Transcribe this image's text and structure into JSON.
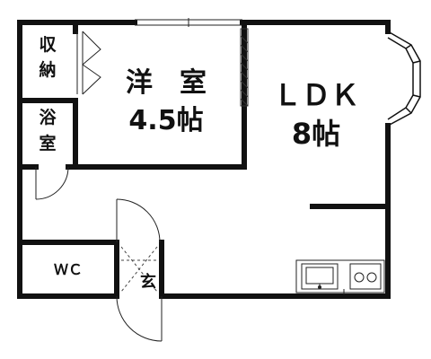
{
  "floorplan": {
    "rooms": {
      "storage": {
        "line1": "収",
        "line2": "納"
      },
      "bath": {
        "line1": "浴",
        "line2": "室"
      },
      "western_room": {
        "line1": "洋　室",
        "line2": "4.5帖"
      },
      "ldk": {
        "line1": "ＬＤＫ",
        "line2": "8帖"
      },
      "wc": {
        "label": "ＷＣ"
      },
      "entrance": {
        "label": "玄"
      }
    },
    "colors": {
      "wall": "#111111",
      "line": "#222222",
      "background": "#ffffff"
    }
  }
}
